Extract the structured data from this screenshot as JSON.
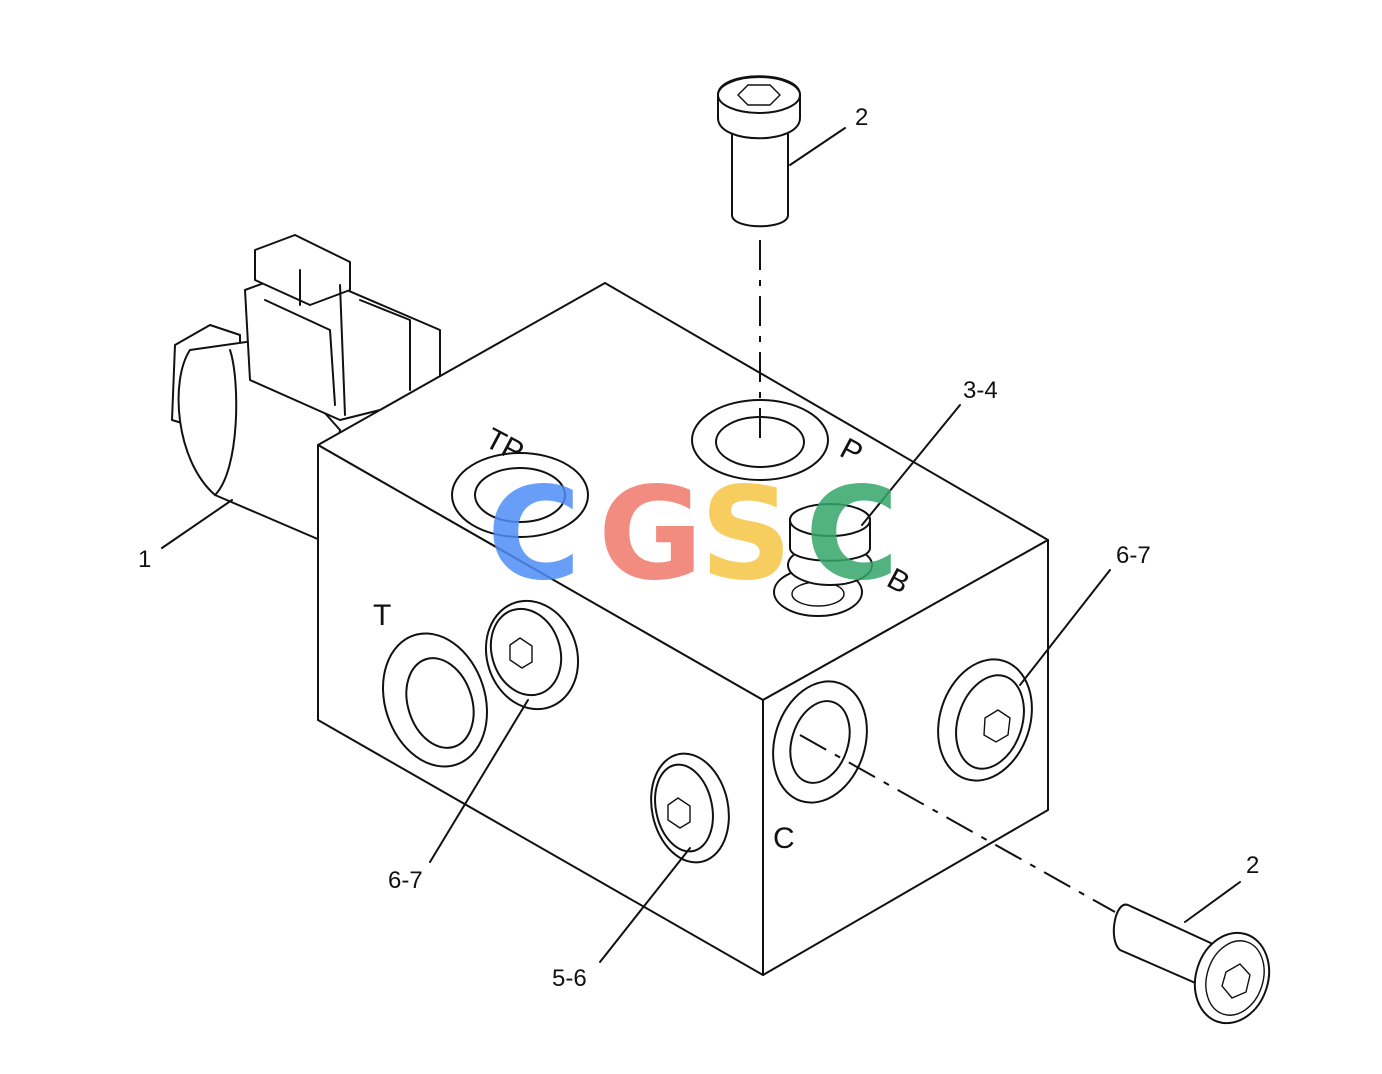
{
  "callouts": {
    "c1": "1",
    "c2_top": "2",
    "c2_bottom": "2",
    "c34": "3-4",
    "c67_right": "6-7",
    "c67_left": "6-7",
    "c56": "5-6"
  },
  "ports": {
    "tp": "TP",
    "p": "P",
    "b": "B",
    "t": "T",
    "c": "C"
  },
  "watermark": {
    "letters": [
      "C",
      "G",
      "S",
      "C"
    ],
    "colors": [
      "#4f8ef7",
      "#f2786b",
      "#f5c542",
      "#35a66b"
    ]
  }
}
